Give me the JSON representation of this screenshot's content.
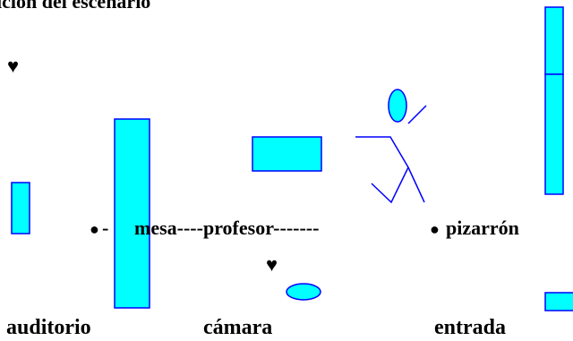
{
  "diagram": {
    "title": "ición del escenario",
    "symbols": {
      "heart": "♥",
      "bullet": "●"
    },
    "colors": {
      "fill": "#00ffff",
      "stroke": "#0000ff",
      "text": "#000000"
    },
    "row_labels": {
      "bullet_left": "●",
      "dash_after_bullet": "-",
      "mesa_profesor": "mesa----profesor-------",
      "bullet_right": "●",
      "pizarron": "pizarrón"
    },
    "bottom_labels": {
      "auditorio": "auditorio",
      "camara": "cámara",
      "entrada": "entrada"
    },
    "icons": [
      "heart-icon",
      "figure-icon"
    ]
  }
}
